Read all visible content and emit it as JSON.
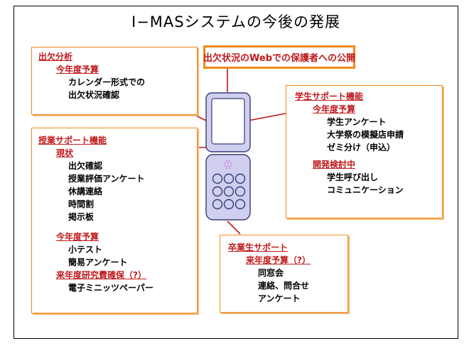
{
  "title": "I−MASシステムの今後の発展",
  "banner": "出欠状況のWebでの保護者への公開",
  "box_attendance": {
    "heading": "出欠分析",
    "sub": "今年度予算",
    "lines": [
      "カレンダー形式での",
      "出欠状況確認"
    ]
  },
  "box_class": {
    "heading": "授業サポート機能",
    "sub1": "現状",
    "items1": [
      "出欠確認",
      "授業評価アンケート",
      "休講連絡",
      "時間割",
      "掲示板"
    ],
    "sub2": "今年度予算",
    "items2": [
      "小テスト",
      "簡易アンケート"
    ],
    "sub3": "来年度研究費確保（?）",
    "items3": [
      "電子ミニッツペーパー"
    ]
  },
  "box_student": {
    "heading": "学生サポート機能",
    "sub1": "今年度予算",
    "items1": [
      "学生アンケート",
      "大学祭の模擬店申請",
      "ゼミ分け（申込）"
    ],
    "sub2": "開発検討中",
    "items2": [
      "学生呼び出し",
      "コミュニケーション"
    ]
  },
  "box_graduate": {
    "heading": "卒業生サポート",
    "sub": "来年度予算（?）",
    "items": [
      "同窓会",
      "連絡、問合せ",
      "アンケート"
    ]
  },
  "colors": {
    "accent_orange": "#f08a1c",
    "heading_red": "#c0191b",
    "phone_fill": "#cfd0ef",
    "phone_stroke": "#3a3a7a"
  }
}
